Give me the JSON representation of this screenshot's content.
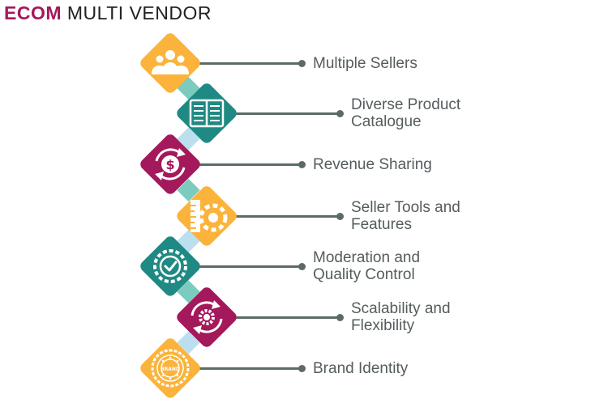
{
  "title": {
    "brand": "ECOM",
    "rest": "MULTI  VENDOR"
  },
  "colors": {
    "yellow": "#fbb33b",
    "teal": "#1f8a83",
    "magenta": "#a3195b",
    "teal_link": "#7ccbbf",
    "blue_link": "#bcdff0"
  },
  "steps": [
    {
      "label": "Multiple Sellers",
      "icon": "people-icon",
      "color": "#fbb33b"
    },
    {
      "label": "Diverse Product\nCatalogue",
      "icon": "book-icon",
      "color": "#1f8a83"
    },
    {
      "label": "Revenue Sharing",
      "icon": "dollar-cycle-icon",
      "color": "#a3195b"
    },
    {
      "label": "Seller Tools and\nFeatures",
      "icon": "ruler-gear-icon",
      "color": "#fbb33b"
    },
    {
      "label": "Moderation and\nQuality Control",
      "icon": "check-badge-icon",
      "color": "#1f8a83"
    },
    {
      "label": "Scalability and\nFlexibility",
      "icon": "gear-cycle-icon",
      "color": "#a3195b"
    },
    {
      "label": "Brand Identity",
      "icon": "brand-seal-icon",
      "color": "#fbb33b"
    }
  ]
}
